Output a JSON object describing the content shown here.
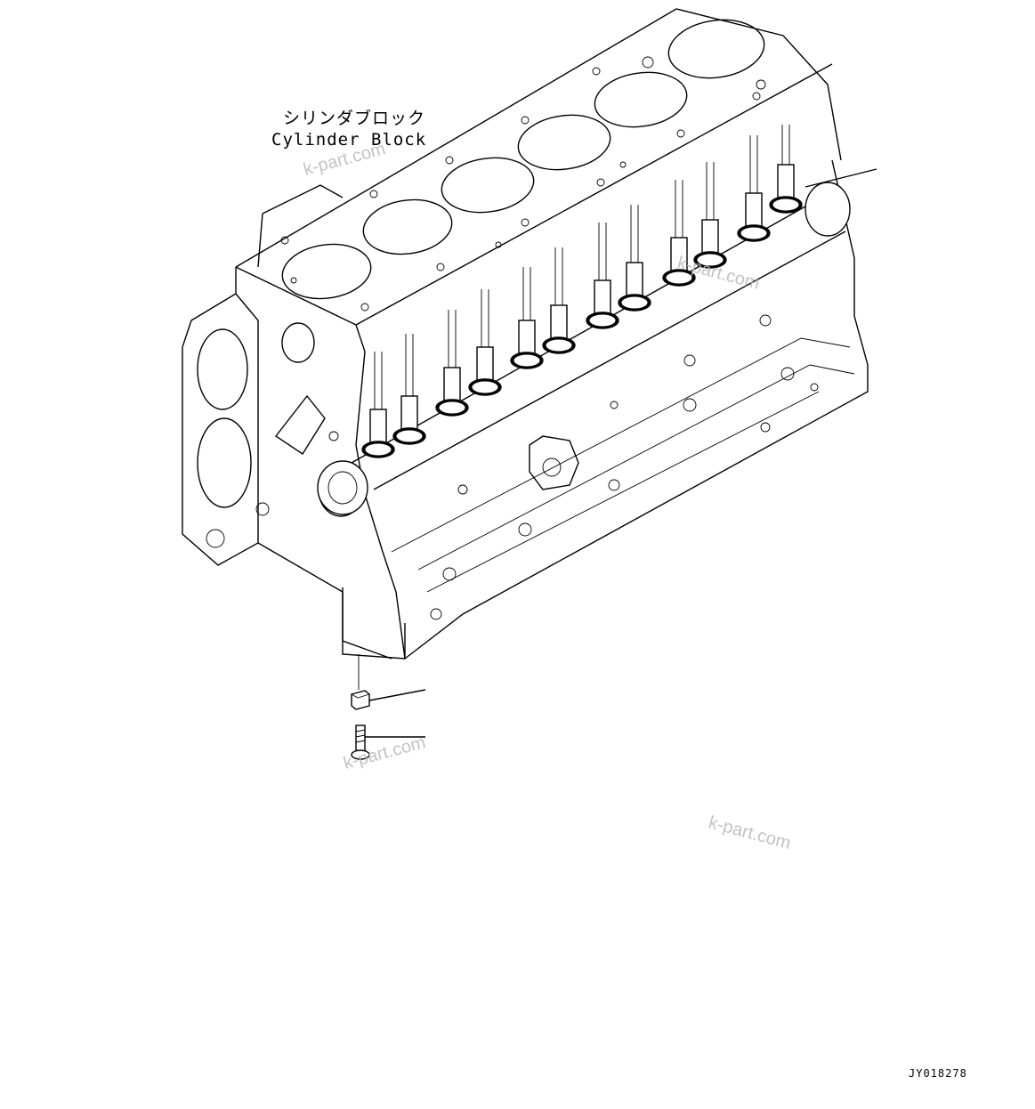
{
  "label_jp": "シリンダブロック",
  "label_en": "Cylinder Block",
  "drawing_code": "JY018278",
  "watermark": "k-part.com",
  "icons": {
    "main": "cylinder-block-illustration",
    "parts": [
      "injector-sleeve",
      "plug",
      "stud-bolt"
    ]
  }
}
